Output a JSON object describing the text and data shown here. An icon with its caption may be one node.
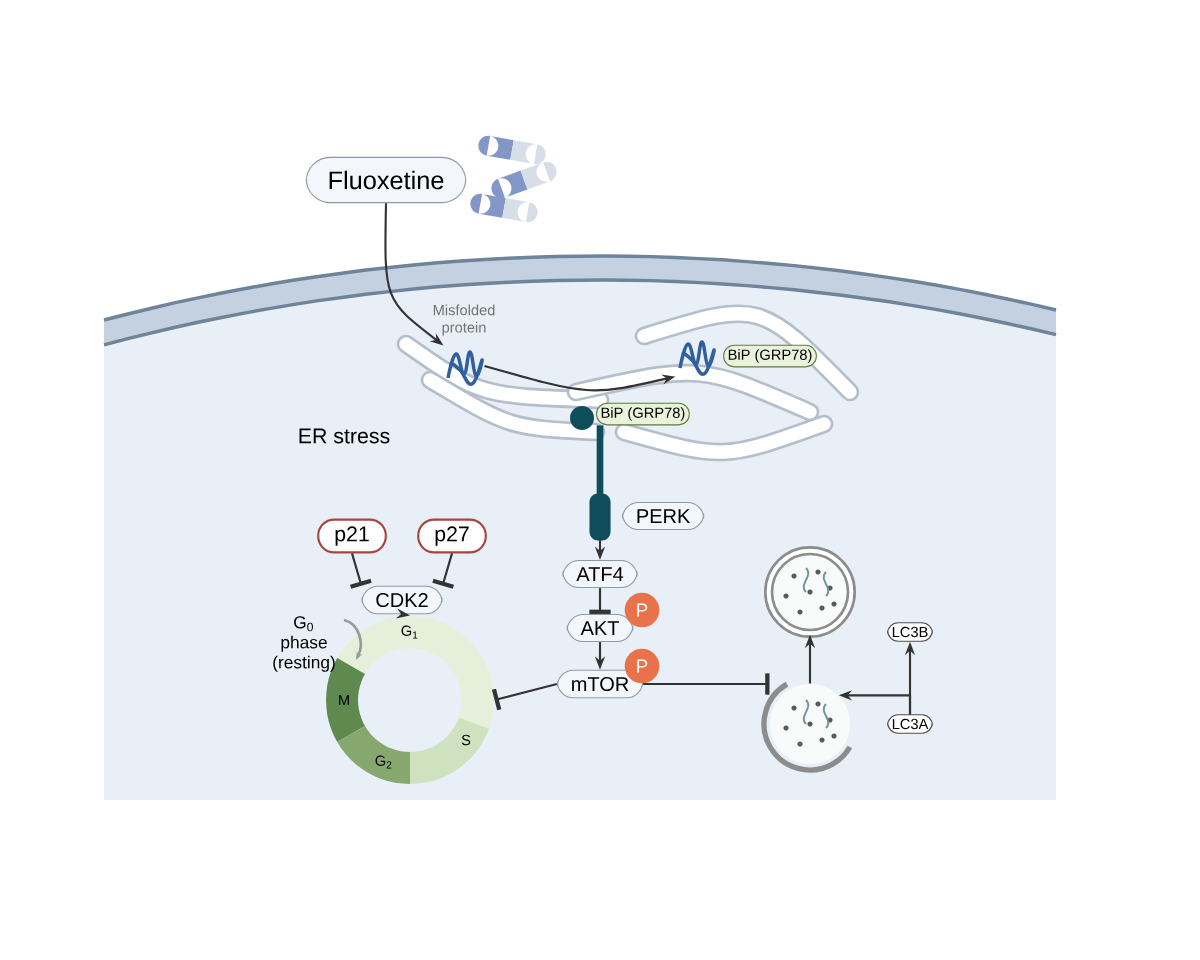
{
  "diagram": {
    "nodes": [
      {
        "text": [
          "Fluoxetine"
        ]
      },
      {
        "text": [],
        "shape": "picture",
        "beside": [
          "Misfolded protein"
        ]
      },
      {
        "text": [],
        "shape": "picture"
      },
      {
        "text": [
          "BiP (GRP78)"
        ]
      },
      {
        "text": [
          "BiP (GRP78)"
        ]
      },
      {
        "text": [
          "PERK"
        ]
      },
      {
        "text": [
          "ATF4"
        ]
      },
      {
        "text": [
          "AKT"
        ]
      },
      {
        "text": [
          "mTOR"
        ]
      },
      {
        "text": [
          "p21"
        ]
      },
      {
        "text": [
          "p27"
        ]
      },
      {
        "text": [
          "CDK2"
        ]
      },
      {
        "text": [],
        "shape": "circle"
      },
      {
        "text": [],
        "shape": "circle"
      },
      {
        "text": [],
        "shape": "circle"
      },
      {
        "text": [
          "LC3B"
        ]
      },
      {
        "text": [
          "LC3A"
        ]
      },
      {
        "text": [
          "P"
        ]
      },
      {
        "text": [
          "P"
        ]
      }
    ],
    "edges": [
      {
        "from": 0,
        "to": 1,
        "arrow": "to"
      },
      {
        "from": 1,
        "to": 2,
        "arrow": "to"
      },
      {
        "from": 4,
        "to": 5,
        "arrow": "none",
        "style": "thick",
        "color": "#0f4c5c"
      },
      {
        "from": 5,
        "to": 6,
        "arrow": "to"
      },
      {
        "from": 6,
        "to": 7,
        "arrow": "other"
      },
      {
        "from": 7,
        "to": 8,
        "arrow": "to"
      },
      {
        "from": 9,
        "to": 11,
        "arrow": "other"
      },
      {
        "from": 10,
        "to": 11,
        "arrow": "other"
      },
      {
        "from": 11,
        "to": 12,
        "arrow": "to"
      },
      {
        "from": 8,
        "to": 12,
        "arrow": "other"
      },
      {
        "from": 8,
        "to": 13,
        "arrow": "other"
      },
      {
        "from": 13,
        "to": 14,
        "arrow": "to"
      },
      {
        "from": 16,
        "to": 15,
        "arrow": "to"
      },
      {
        "from": 16,
        "to": 13,
        "arrow": "to"
      }
    ],
    "labels": [
      "ER stress",
      "G$_{0}$ phase (resting)",
      "G$_{1}$",
      "S",
      "G$_{2}$",
      "M"
    ]
  }
}
